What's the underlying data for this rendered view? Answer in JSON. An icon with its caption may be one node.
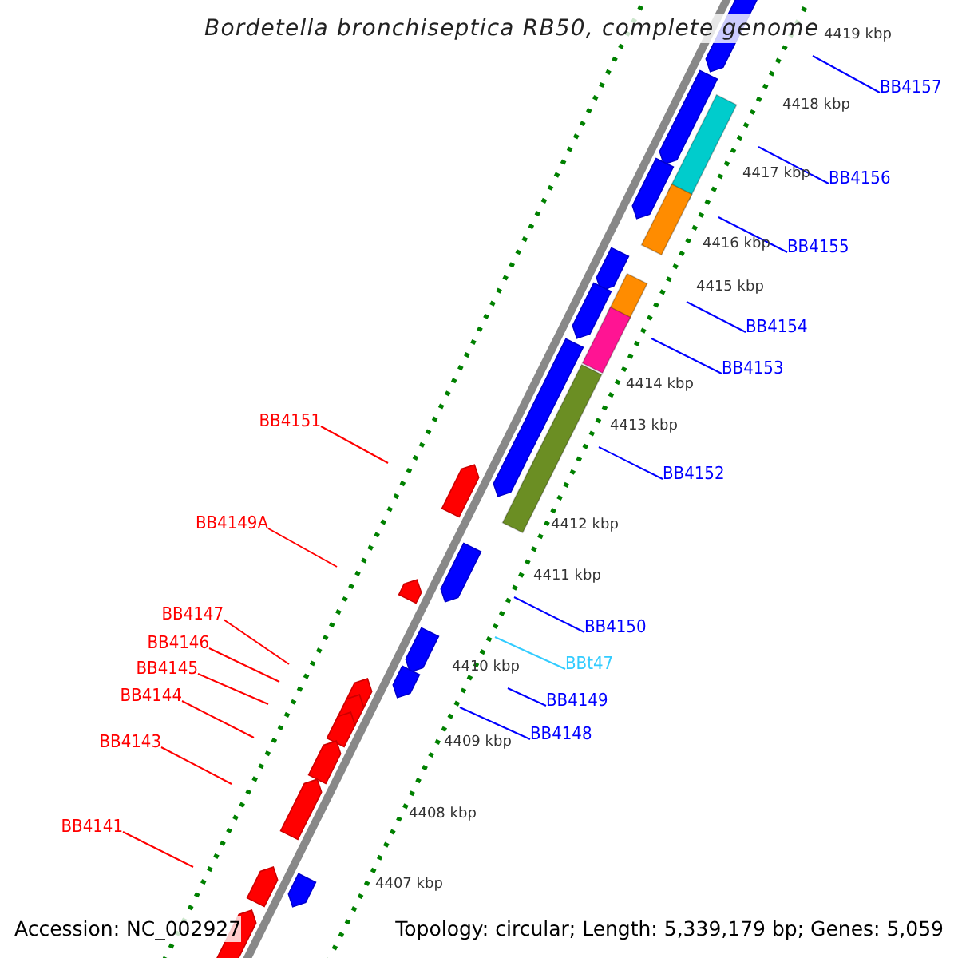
{
  "diagram": {
    "title": "Bordetella bronchiseptica RB50, complete genome",
    "nodes": [
      {
        "text": [
          "BB4157"
        ]
      },
      {
        "text": [
          "BB4156"
        ]
      },
      {
        "text": [
          "BB4155"
        ]
      },
      {
        "text": [
          "BB4154"
        ]
      },
      {
        "text": [
          "BB4153"
        ]
      },
      {
        "text": [
          "BB4151"
        ]
      },
      {
        "text": [
          "BB4152"
        ]
      },
      {
        "text": [
          "BB4149A"
        ]
      },
      {
        "text": [
          "BB4147"
        ]
      },
      {
        "text": [
          "BB4150"
        ]
      },
      {
        "text": [
          "BB4146"
        ]
      },
      {
        "text": [
          "BBt47"
        ]
      },
      {
        "text": [
          "BB4145"
        ]
      },
      {
        "text": [
          "BB4144"
        ]
      },
      {
        "text": [
          "BB4149"
        ]
      },
      {
        "text": [
          "BB4148"
        ]
      },
      {
        "text": [
          "BB4143"
        ]
      },
      {
        "text": [
          "BB4141"
        ]
      }
    ],
    "edges": [
      {
        "from": 0,
        "to": null,
        "arrow": "none",
        "color": "#0000ff"
      },
      {
        "from": 1,
        "to": null,
        "arrow": "none",
        "color": "#0000ff"
      },
      {
        "from": 2,
        "to": null,
        "arrow": "none",
        "color": "#0000ff"
      },
      {
        "from": 3,
        "to": null,
        "arrow": "none",
        "color": "#0000ff"
      },
      {
        "from": 4,
        "to": null,
        "arrow": "none",
        "color": "#0000ff"
      },
      {
        "from": 5,
        "to": null,
        "arrow": "none",
        "color": "#ff0000"
      },
      {
        "from": 6,
        "to": null,
        "arrow": "none",
        "color": "#0000ff"
      },
      {
        "from": 7,
        "to": null,
        "arrow": "none",
        "color": "#ff0000"
      },
      {
        "from": 8,
        "to": null,
        "arrow": "none",
        "color": "#ff0000"
      },
      {
        "from": 9,
        "to": null,
        "arrow": "none",
        "color": "#0000ff"
      },
      {
        "from": 10,
        "to": null,
        "arrow": "none",
        "color": "#ff0000"
      },
      {
        "from": 11,
        "to": null,
        "arrow": "none",
        "color": "#33ccff"
      },
      {
        "from": 12,
        "to": null,
        "arrow": "none",
        "color": "#ff0000"
      },
      {
        "from": 13,
        "to": null,
        "arrow": "none",
        "color": "#ff0000"
      },
      {
        "from": 14,
        "to": null,
        "arrow": "none",
        "color": "#0000ff"
      },
      {
        "from": 15,
        "to": null,
        "arrow": "none",
        "color": "#0000ff"
      },
      {
        "from": 16,
        "to": null,
        "arrow": "none",
        "color": "#ff0000"
      },
      {
        "from": 17,
        "to": null,
        "arrow": "none",
        "color": "#ff0000"
      }
    ],
    "labels": [
      "4419 kbp",
      "4418 kbp",
      "4417 kbp",
      "4416 kbp",
      "4415 kbp",
      "4414 kbp",
      "4413 kbp",
      "4412 kbp",
      "4411 kbp",
      "4410 kbp",
      "4409 kbp",
      "4408 kbp",
      "4407 kbp",
      "Accession: NC_002927",
      "Topology: circular; Length: 5,339,179 bp; Genes: 5,059"
    ]
  }
}
